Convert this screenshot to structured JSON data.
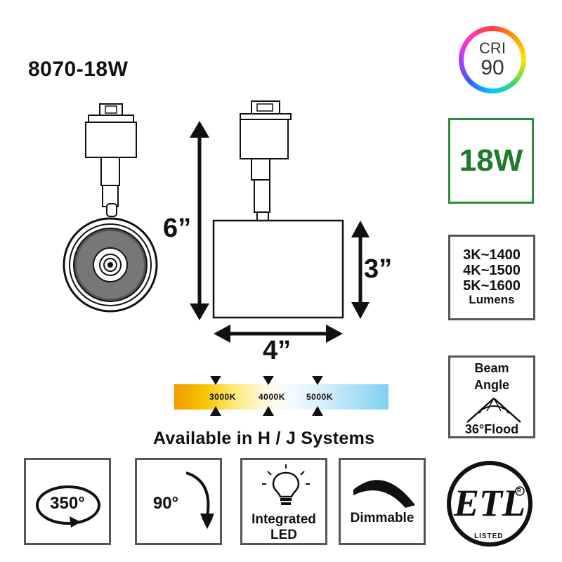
{
  "model": "8070-18W",
  "cri": {
    "label": "CRI",
    "value": "90"
  },
  "wattage": "18W",
  "lumens": {
    "rows": [
      "3K~1400",
      "4K~1500",
      "5K~1600"
    ],
    "unit": "Lumens"
  },
  "dimensions": {
    "height": "6”",
    "depth": "3”",
    "width": "4”"
  },
  "color_temps": [
    "3000K",
    "4000K",
    "5000K"
  ],
  "availability": "Available in H / J Systems",
  "beam": {
    "line1": "Beam",
    "line2": "Angle",
    "spec": "36°Flood"
  },
  "features": [
    {
      "label": "350°"
    },
    {
      "label": "90°"
    },
    {
      "label1": "Integrated",
      "label2": "LED"
    },
    {
      "label": "Dimmable"
    }
  ],
  "certification": {
    "mark": "ETL",
    "sub": "LISTED",
    "registered": "R"
  },
  "colors": {
    "watt_border": "#2e8b3a",
    "watt_text": "#1f7a2c",
    "frame_gray": "#555555"
  }
}
